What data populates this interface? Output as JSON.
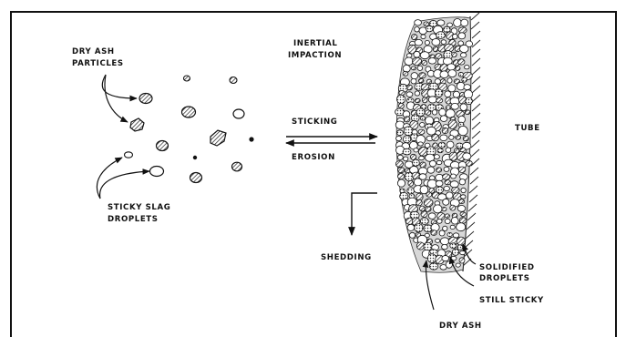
{
  "labels": {
    "dry_ash_particles_line1": "DRY ASH",
    "dry_ash_particles_line2": "PARTICLES",
    "inertial_line1": "INERTIAL",
    "inertial_line2": "IMPACTION",
    "sticking": "STICKING",
    "erosion": "EROSION",
    "tube": "TUBE",
    "sticky_slag_line1": "STICKY SLAG",
    "sticky_slag_line2": "DROPLETS",
    "shedding": "SHEDDING",
    "solidified_line1": "SOLIDIFIED",
    "solidified_line2": "DROPLETS",
    "still_sticky": "STILL STICKY",
    "dry_ash": "DRY ASH"
  }
}
